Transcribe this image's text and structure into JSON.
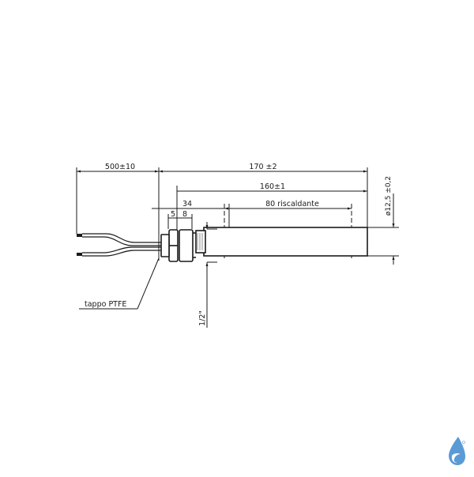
{
  "drawing": {
    "title": "Heating element technical drawing",
    "dimensions": {
      "cable_length": "500±10",
      "total_length": "170 ±2",
      "tube_length": "160±1",
      "thread_span": "34",
      "nut_width": "5",
      "hex_width": "8",
      "heating_zone": "80 riscaldante",
      "diameter": "ø12,5 ±0,2",
      "thread_size": "1/2\""
    },
    "labels": {
      "cap_label": "tappo PTFE"
    }
  },
  "logo": {
    "name": "water-drop-logo",
    "color": "#5a9bd5"
  }
}
